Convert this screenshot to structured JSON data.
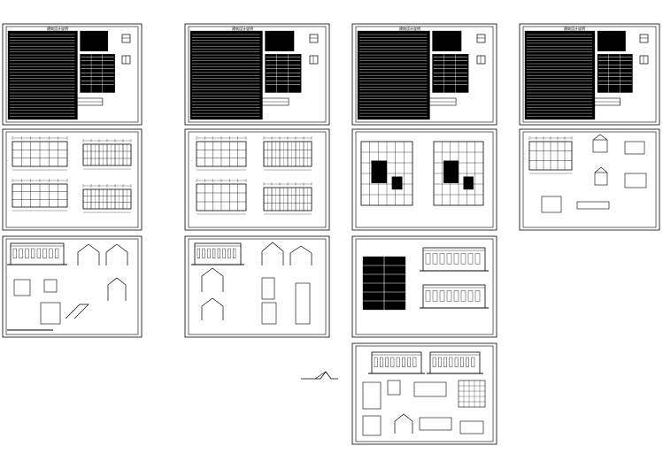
{
  "drawing_set": {
    "sheet_title_text": "建筑设计说明",
    "sheets": [
      {
        "kind": "notes"
      },
      {
        "kind": "notes"
      },
      {
        "kind": "notes"
      },
      {
        "kind": "notes"
      },
      {
        "kind": "plans"
      },
      {
        "kind": "plans"
      },
      {
        "kind": "plans-grid"
      },
      {
        "kind": "details-small"
      },
      {
        "kind": "elevations"
      },
      {
        "kind": "sections"
      },
      {
        "kind": "roof-elev"
      },
      {
        "kind": "mixed"
      }
    ]
  },
  "colors": {
    "background": "#ffffff",
    "line": "#000000",
    "fill": "#000000"
  }
}
